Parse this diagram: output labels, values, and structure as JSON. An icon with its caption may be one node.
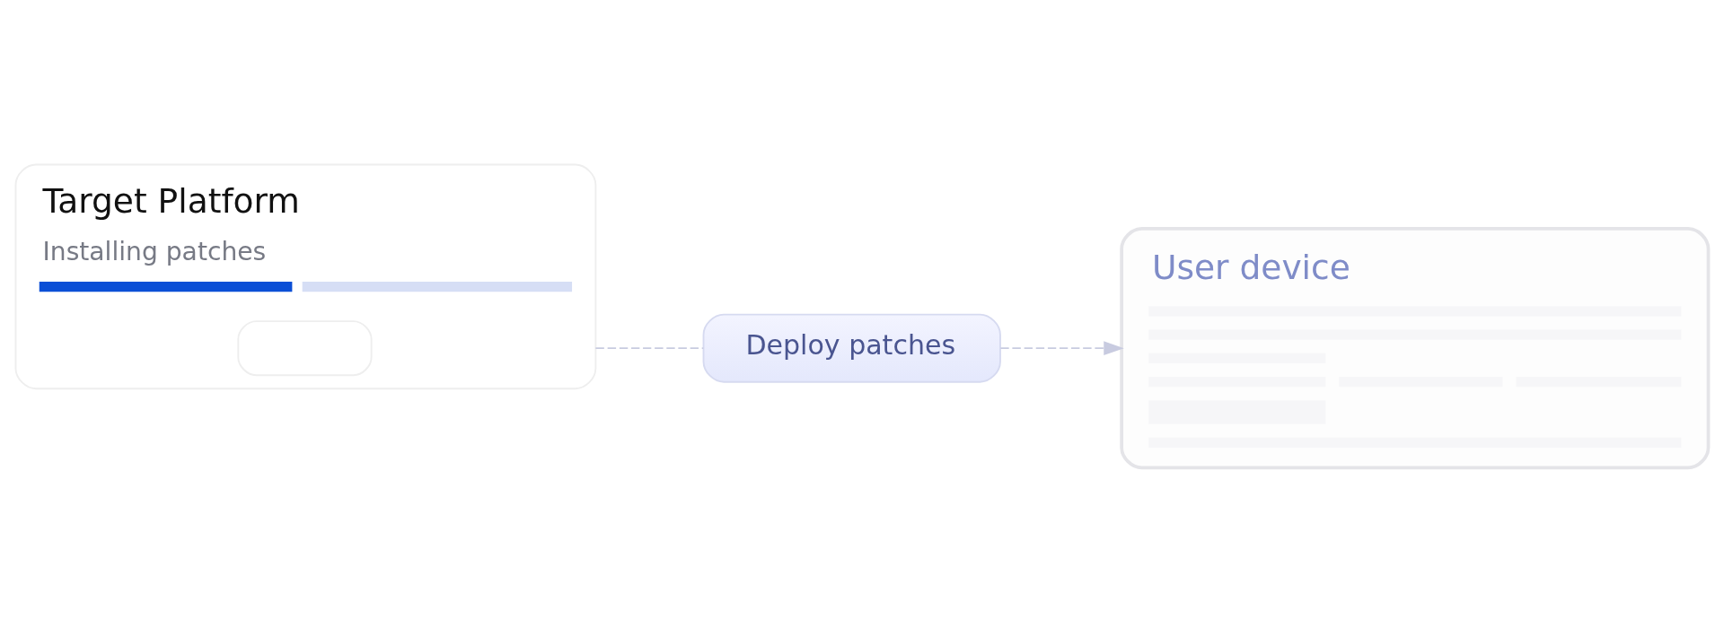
{
  "diagram": {
    "nodes": [
      {
        "text": [
          "Target Platform",
          "Installing patches"
        ]
      },
      {
        "text": [],
        "shape": "box",
        "in": 0
      },
      {
        "text": [
          "Deploy patches"
        ]
      },
      {
        "text": [
          "User device"
        ]
      }
    ],
    "edges": [
      {
        "from": 0,
        "to": 2,
        "arrow": "none",
        "style": "dashed"
      },
      {
        "from": 2,
        "to": 3,
        "arrow": "to",
        "style": "dashed"
      }
    ]
  }
}
